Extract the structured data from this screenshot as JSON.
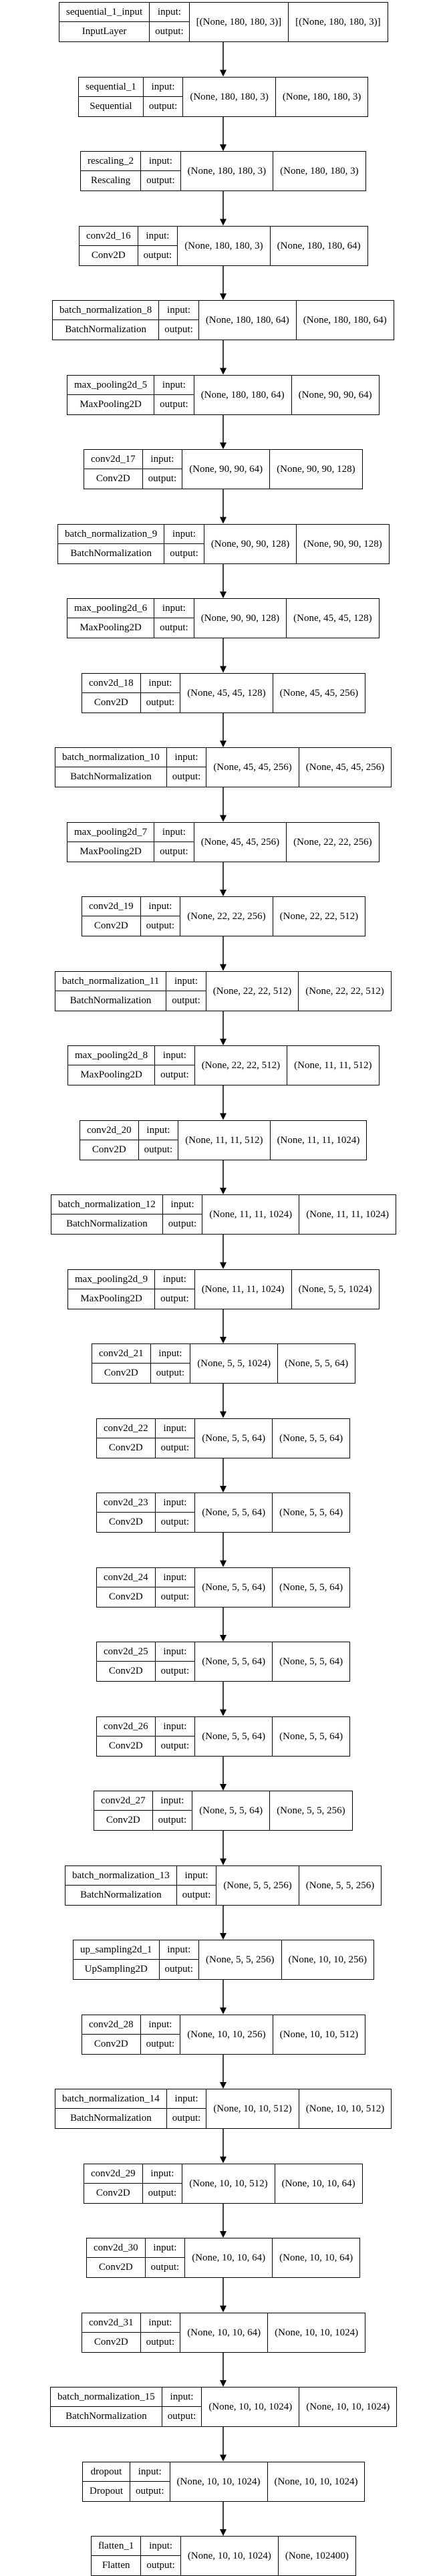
{
  "diagram": {
    "labels": {
      "input": "input:",
      "output": "output:"
    },
    "layers": [
      {
        "name": "sequential_1_input",
        "type": "InputLayer",
        "input_shape": "[(None, 180, 180, 3)]",
        "output_shape": "[(None, 180, 180, 3)]"
      },
      {
        "name": "sequential_1",
        "type": "Sequential",
        "input_shape": "(None, 180, 180, 3)",
        "output_shape": "(None, 180, 180, 3)"
      },
      {
        "name": "rescaling_2",
        "type": "Rescaling",
        "input_shape": "(None, 180, 180, 3)",
        "output_shape": "(None, 180, 180, 3)"
      },
      {
        "name": "conv2d_16",
        "type": "Conv2D",
        "input_shape": "(None, 180, 180, 3)",
        "output_shape": "(None, 180, 180, 64)"
      },
      {
        "name": "batch_normalization_8",
        "type": "BatchNormalization",
        "input_shape": "(None, 180, 180, 64)",
        "output_shape": "(None, 180, 180, 64)"
      },
      {
        "name": "max_pooling2d_5",
        "type": "MaxPooling2D",
        "input_shape": "(None, 180, 180, 64)",
        "output_shape": "(None, 90, 90, 64)"
      },
      {
        "name": "conv2d_17",
        "type": "Conv2D",
        "input_shape": "(None, 90, 90, 64)",
        "output_shape": "(None, 90, 90, 128)"
      },
      {
        "name": "batch_normalization_9",
        "type": "BatchNormalization",
        "input_shape": "(None, 90, 90, 128)",
        "output_shape": "(None, 90, 90, 128)"
      },
      {
        "name": "max_pooling2d_6",
        "type": "MaxPooling2D",
        "input_shape": "(None, 90, 90, 128)",
        "output_shape": "(None, 45, 45, 128)"
      },
      {
        "name": "conv2d_18",
        "type": "Conv2D",
        "input_shape": "(None, 45, 45, 128)",
        "output_shape": "(None, 45, 45, 256)"
      },
      {
        "name": "batch_normalization_10",
        "type": "BatchNormalization",
        "input_shape": "(None, 45, 45, 256)",
        "output_shape": "(None, 45, 45, 256)"
      },
      {
        "name": "max_pooling2d_7",
        "type": "MaxPooling2D",
        "input_shape": "(None, 45, 45, 256)",
        "output_shape": "(None, 22, 22, 256)"
      },
      {
        "name": "conv2d_19",
        "type": "Conv2D",
        "input_shape": "(None, 22, 22, 256)",
        "output_shape": "(None, 22, 22, 512)"
      },
      {
        "name": "batch_normalization_11",
        "type": "BatchNormalization",
        "input_shape": "(None, 22, 22, 512)",
        "output_shape": "(None, 22, 22, 512)"
      },
      {
        "name": "max_pooling2d_8",
        "type": "MaxPooling2D",
        "input_shape": "(None, 22, 22, 512)",
        "output_shape": "(None, 11, 11, 512)"
      },
      {
        "name": "conv2d_20",
        "type": "Conv2D",
        "input_shape": "(None, 11, 11, 512)",
        "output_shape": "(None, 11, 11, 1024)"
      },
      {
        "name": "batch_normalization_12",
        "type": "BatchNormalization",
        "input_shape": "(None, 11, 11, 1024)",
        "output_shape": "(None, 11, 11, 1024)"
      },
      {
        "name": "max_pooling2d_9",
        "type": "MaxPooling2D",
        "input_shape": "(None, 11, 11, 1024)",
        "output_shape": "(None, 5, 5, 1024)"
      },
      {
        "name": "conv2d_21",
        "type": "Conv2D",
        "input_shape": "(None, 5, 5, 1024)",
        "output_shape": "(None, 5, 5, 64)"
      },
      {
        "name": "conv2d_22",
        "type": "Conv2D",
        "input_shape": "(None, 5, 5, 64)",
        "output_shape": "(None, 5, 5, 64)"
      },
      {
        "name": "conv2d_23",
        "type": "Conv2D",
        "input_shape": "(None, 5, 5, 64)",
        "output_shape": "(None, 5, 5, 64)"
      },
      {
        "name": "conv2d_24",
        "type": "Conv2D",
        "input_shape": "(None, 5, 5, 64)",
        "output_shape": "(None, 5, 5, 64)"
      },
      {
        "name": "conv2d_25",
        "type": "Conv2D",
        "input_shape": "(None, 5, 5, 64)",
        "output_shape": "(None, 5, 5, 64)"
      },
      {
        "name": "conv2d_26",
        "type": "Conv2D",
        "input_shape": "(None, 5, 5, 64)",
        "output_shape": "(None, 5, 5, 64)"
      },
      {
        "name": "conv2d_27",
        "type": "Conv2D",
        "input_shape": "(None, 5, 5, 64)",
        "output_shape": "(None, 5, 5, 256)"
      },
      {
        "name": "batch_normalization_13",
        "type": "BatchNormalization",
        "input_shape": "(None, 5, 5, 256)",
        "output_shape": "(None, 5, 5, 256)"
      },
      {
        "name": "up_sampling2d_1",
        "type": "UpSampling2D",
        "input_shape": "(None, 5, 5, 256)",
        "output_shape": "(None, 10, 10, 256)"
      },
      {
        "name": "conv2d_28",
        "type": "Conv2D",
        "input_shape": "(None, 10, 10, 256)",
        "output_shape": "(None, 10, 10, 512)"
      },
      {
        "name": "batch_normalization_14",
        "type": "BatchNormalization",
        "input_shape": "(None, 10, 10, 512)",
        "output_shape": "(None, 10, 10, 512)"
      },
      {
        "name": "conv2d_29",
        "type": "Conv2D",
        "input_shape": "(None, 10, 10, 512)",
        "output_shape": "(None, 10, 10, 64)"
      },
      {
        "name": "conv2d_30",
        "type": "Conv2D",
        "input_shape": "(None, 10, 10, 64)",
        "output_shape": "(None, 10, 10, 64)"
      },
      {
        "name": "conv2d_31",
        "type": "Conv2D",
        "input_shape": "(None, 10, 10, 64)",
        "output_shape": "(None, 10, 10, 1024)"
      },
      {
        "name": "batch_normalization_15",
        "type": "BatchNormalization",
        "input_shape": "(None, 10, 10, 1024)",
        "output_shape": "(None, 10, 10, 1024)"
      },
      {
        "name": "dropout",
        "type": "Dropout",
        "input_shape": "(None, 10, 10, 1024)",
        "output_shape": "(None, 10, 10, 1024)"
      },
      {
        "name": "flatten_1",
        "type": "Flatten",
        "input_shape": "(None, 10, 10, 1024)",
        "output_shape": "(None, 102400)"
      }
    ]
  }
}
